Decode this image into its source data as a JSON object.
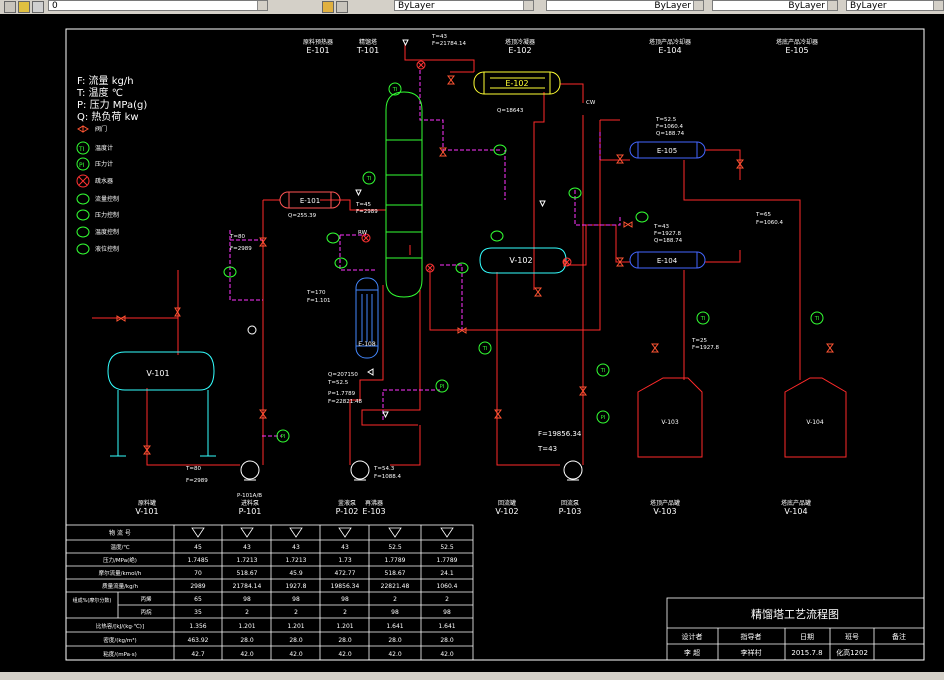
{
  "toolbar": {
    "combos": [
      {
        "label": "0"
      },
      {
        "label": "ByLayer"
      },
      {
        "label": "ByLayer"
      },
      {
        "label": "ByLayer"
      },
      {
        "label": "ByLayer"
      }
    ]
  },
  "legend": {
    "units": [
      "F: 流量 kg/h",
      "T: 温度 ℃",
      "P: 压力 MPa(g)",
      "Q: 热负荷 kw"
    ],
    "items": [
      "阀门",
      "温度计",
      "压力计",
      "疏水器",
      "流量控制",
      "压力控制",
      "温度控制",
      "液位控制"
    ]
  },
  "equipment_labels": {
    "e101": {
      "name": "原料预热器",
      "tag": "E-101"
    },
    "t101": {
      "name": "精馏塔",
      "tag": "T-101"
    },
    "e102": {
      "name": "塔顶冷凝器",
      "tag": "E-102"
    },
    "e104": {
      "name": "塔顶产品冷却器",
      "tag": "E-104"
    },
    "e105": {
      "name": "塔底产品冷却器",
      "tag": "E-105"
    },
    "v101": {
      "name": "原料罐",
      "tag": "V-101"
    },
    "p101": {
      "name": "进料泵",
      "tag": "P-101"
    },
    "p102": {
      "name": "釜液泵",
      "tag": "P-102"
    },
    "e103": {
      "name": "再沸器",
      "tag": "E-103"
    },
    "v102": {
      "name": "回流罐",
      "tag": "V-102"
    },
    "p103": {
      "name": "回流泵",
      "tag": "P-103"
    },
    "v103": {
      "name": "塔顶产品罐",
      "tag": "V-103"
    },
    "v104": {
      "name": "塔底产品罐",
      "tag": "V-104"
    }
  },
  "vessel_tags": {
    "e102": "E-102",
    "e101": "E-101",
    "e108": "E-108",
    "v101": "V-101",
    "v102": "V-102",
    "e105": "E-105",
    "e104": "E-104",
    "v103": "V-103",
    "v104": "V-104"
  },
  "annotations": {
    "top": "T=43",
    "top_f": "F=21784.14",
    "e102_q": "Q=18643",
    "cw": "CW",
    "e101_q": "Q=255.39",
    "e101_t": "T=45",
    "e101_f": "F=2989",
    "feed_t": "T=80",
    "feed_f": "F=2989",
    "rw": "RW",
    "btm_t": "T=170",
    "btm_f": "F=1.101",
    "e108_q": "Q=207150",
    "e108_t": "T=52.5",
    "e108_p": "P=1.7789",
    "e108_f": "F=22821.48",
    "e105_t": "T=52.5",
    "e105_f": "F=1060.4",
    "e105_q": "Q=188.74",
    "e104_t": "T=43",
    "e104_f": "F=1927.8",
    "e104_q": "Q=188.74",
    "right_t": "T=65",
    "right_f": "F=1060.4",
    "v103_t": "T=25",
    "v103_f": "F=1927.8",
    "pump_t": "T=80",
    "pump_f": "F=2989",
    "p101_tag": "P-101A/B",
    "p102_t": "T=54.3",
    "p102_f": "F=1088.4",
    "reflux_f": "F=19856.34",
    "reflux_t": "T=43",
    "v103_label": "V-103",
    "v104_label": "V-104"
  },
  "stream_table": {
    "header_label": "物 流 号",
    "rows": [
      {
        "label": "温度/℃",
        "values": [
          "45",
          "43",
          "43",
          "43",
          "52.5",
          "52.5"
        ]
      },
      {
        "label": "压力/MPa(绝)",
        "values": [
          "1.7485",
          "1.7213",
          "1.7213",
          "1.73",
          "1.7789",
          "1.7789"
        ]
      },
      {
        "label": "摩尔流量/kmol/h",
        "values": [
          "70",
          "518.67",
          "45.9",
          "472.77",
          "518.67",
          "24.1"
        ]
      },
      {
        "label": "质量流量/kg/h",
        "values": [
          "2989",
          "21784.14",
          "1927.8",
          "19856.34",
          "22821.48",
          "1060.4"
        ]
      },
      {
        "label": "丙烯",
        "values": [
          "65",
          "98",
          "98",
          "98",
          "2",
          "2"
        ]
      },
      {
        "label": "丙烷",
        "values": [
          "35",
          "2",
          "2",
          "2",
          "98",
          "98"
        ]
      },
      {
        "label": "比热容/[kJ/(kg·℃)]",
        "values": [
          "1.356",
          "1.201",
          "1.201",
          "1.201",
          "1.641",
          "1.641"
        ]
      },
      {
        "label": "密度/(kg/m³)",
        "values": [
          "463.92",
          "28.0",
          "28.0",
          "28.0",
          "28.0",
          "28.0"
        ]
      },
      {
        "label": "粘度/(mPa·s)",
        "values": [
          "42.7",
          "42.0",
          "42.0",
          "42.0",
          "42.0",
          "42.0"
        ]
      }
    ],
    "composition_label": "组成%(摩尔分数)"
  },
  "title_block": {
    "title": "精馏塔工艺流程图",
    "headers": [
      "设计者",
      "指导者",
      "日期",
      "班号",
      "备注"
    ],
    "values": [
      "李 超",
      "李祥村",
      "2015.7.8",
      "化高1202",
      ""
    ]
  },
  "colors": {
    "line_red": "#ff2a2a",
    "line_magenta": "#ff33ff",
    "green": "#33ff33",
    "cyan": "#33ffff",
    "yellow": "#ffff33",
    "blue": "#3355ff",
    "white": "#ffffff"
  }
}
